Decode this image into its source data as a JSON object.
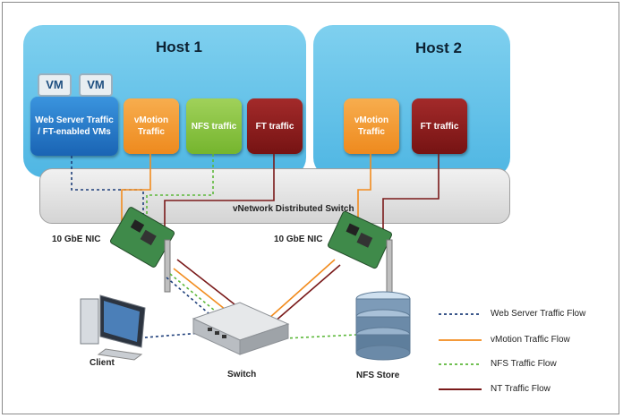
{
  "hosts": [
    {
      "title": "Host 1"
    },
    {
      "title": "Host 2"
    }
  ],
  "vm_labels": [
    "VM",
    "VM"
  ],
  "host1_cards": {
    "web": "Web Server Traffic / FT-enabled VMs",
    "vmotion": "vMotion Traffic",
    "nfs": "NFS traffic",
    "ft": "FT traffic"
  },
  "host2_cards": {
    "vmotion": "vMotion Traffic",
    "ft": "FT traffic"
  },
  "switch_label": "vNetwork Distributed Switch",
  "nic_labels": [
    "10 GbE NIC",
    "10 GbE NIC"
  ],
  "devices": {
    "client": "Client",
    "switch": "Switch",
    "nfs_store": "NFS Store"
  },
  "legend": [
    {
      "label": "Web Server Traffic Flow",
      "color": "#1f3f7a",
      "style": "dotted"
    },
    {
      "label": "vMotion Traffic Flow",
      "color": "#f28c1e",
      "style": "solid"
    },
    {
      "label": "NFS Traffic Flow",
      "color": "#5cb83a",
      "style": "dotted"
    },
    {
      "label": "NT Traffic Flow",
      "color": "#7a1a1a",
      "style": "solid"
    }
  ],
  "colors": {
    "vmotion_card": "#f39a2b",
    "nfs_card": "#8cc63f",
    "ft_card": "#8b1a1a",
    "web_card": "#1f78c8"
  }
}
